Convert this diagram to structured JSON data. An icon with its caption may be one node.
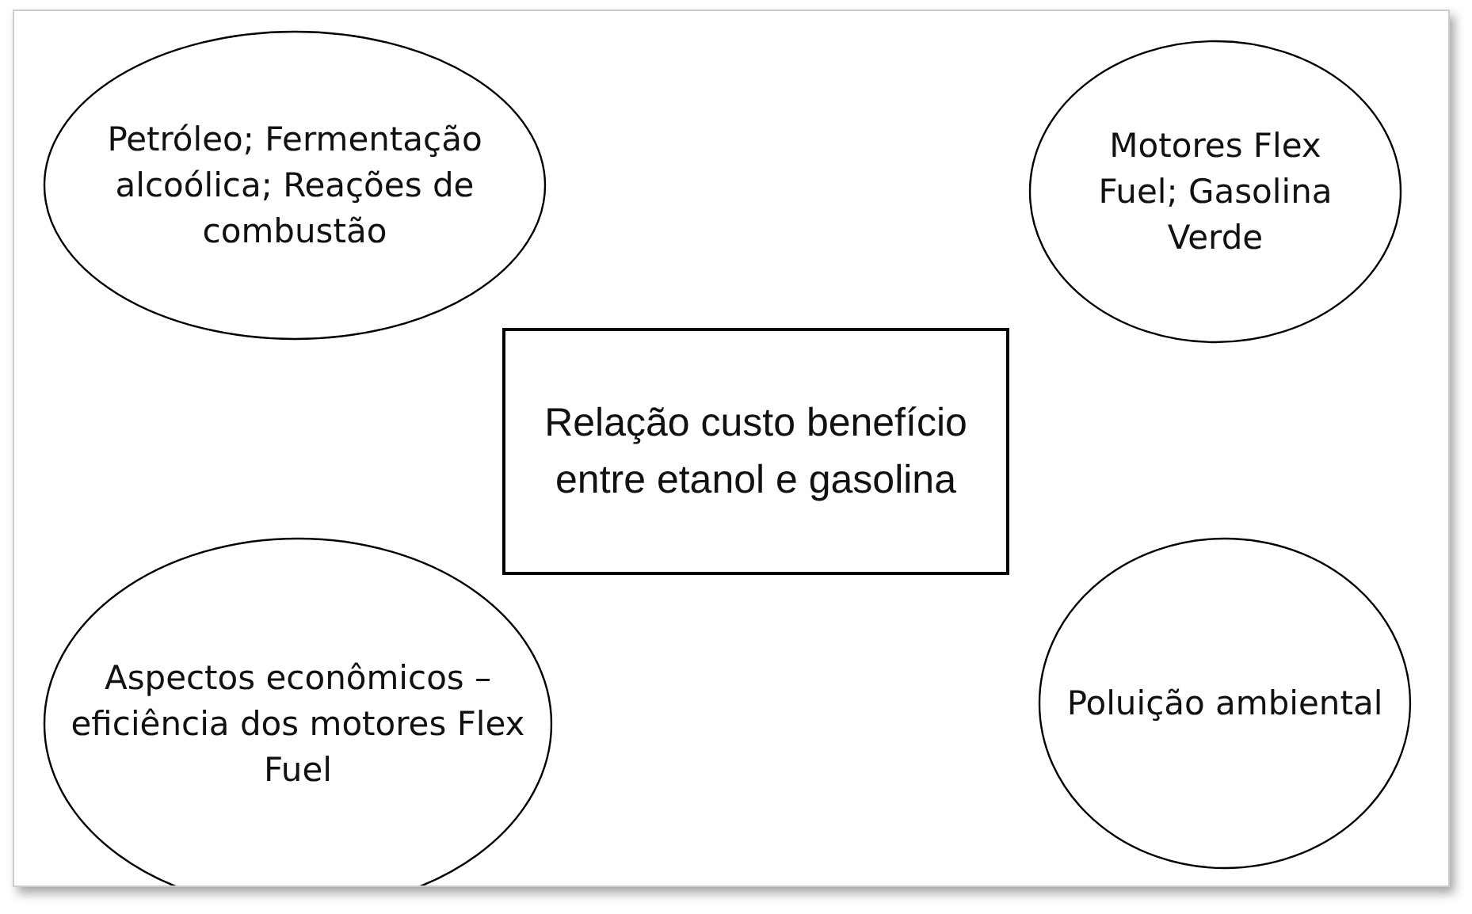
{
  "diagram": {
    "nodes": [
      {
        "text": [
          "Petróleo; Fermentação alcoólica; Reações de combustão"
        ]
      },
      {
        "text": [
          "Motores Flex Fuel; Gasolina Verde"
        ]
      },
      {
        "text": [
          "Relação custo benefício entre etanol e gasolina"
        ]
      },
      {
        "text": [
          "Aspectos econômicos – eficiência dos motores Flex Fuel"
        ]
      },
      {
        "text": [
          "Poluição ambiental"
        ]
      }
    ],
    "edges": []
  }
}
